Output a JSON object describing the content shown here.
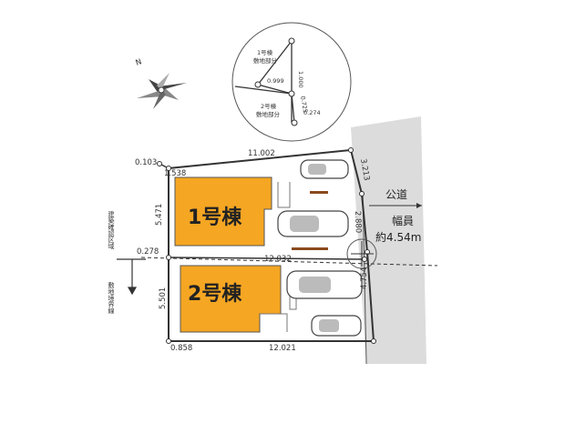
{
  "colors": {
    "building": "#f5a623",
    "road": "#dcdcdc",
    "line": "#333333",
    "car": "#9a9a9a"
  },
  "compass": {
    "north_label": "N"
  },
  "buildings": [
    {
      "label": "1号棟"
    },
    {
      "label": "2号棟"
    }
  ],
  "dimensions": {
    "top_width": "11.002",
    "top_left_offset": "0.103",
    "top_left_small": "1.538",
    "left_height_1": "5.471",
    "split_offset": "0.278",
    "split_width": "12.032",
    "left_height_2": "5.501",
    "bottom_left_offset": "0.858",
    "bottom_width": "12.021",
    "right_upper": "3.213",
    "right_middle": "2.880",
    "right_lower": "4.754"
  },
  "detail": {
    "upper_label": "1号棟\n敷地部分",
    "lower_label": "2号棟\n敷地部分",
    "dim_vertical": "1.000",
    "dim_horizontal": "0.999",
    "dim_diag": "0.725",
    "dim_small": "0.274"
  },
  "road": {
    "name": "公道",
    "width_label": "幅員",
    "width_value": "約4.54m"
  },
  "boundary_note": {
    "line1": "建築確認区域",
    "line2": "敷地境界線"
  }
}
